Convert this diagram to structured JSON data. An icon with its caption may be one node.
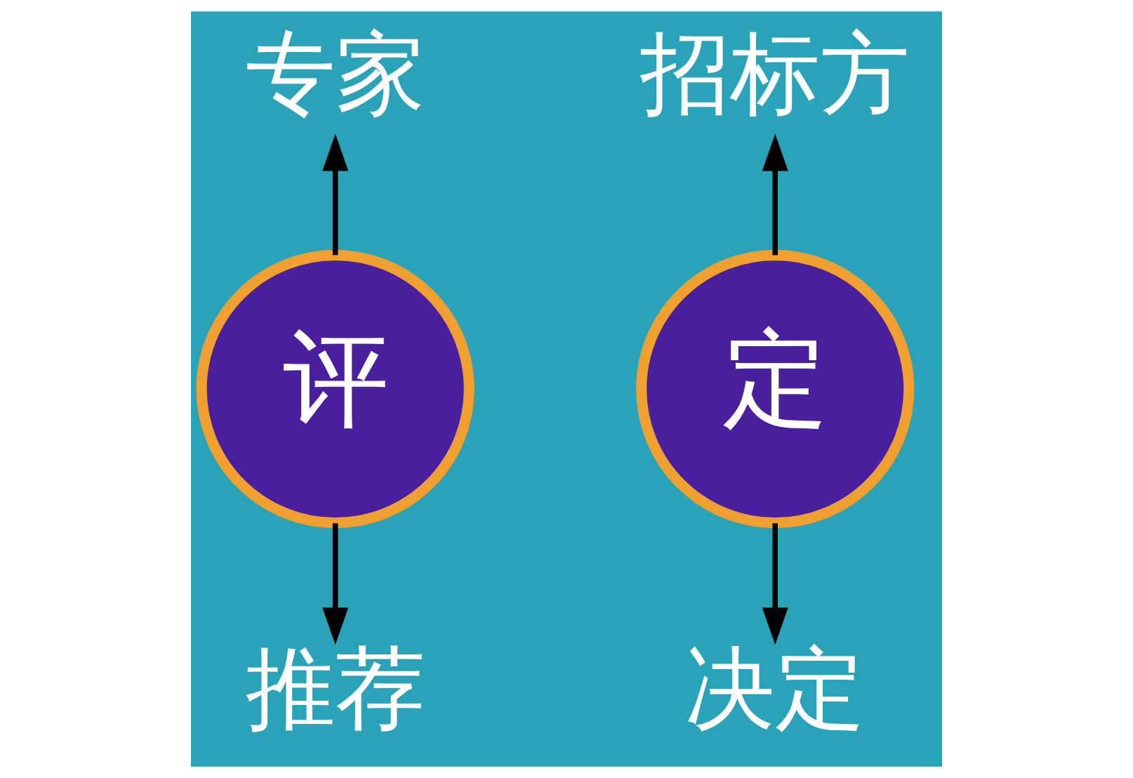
{
  "diagram": {
    "nodes": [
      {
        "text": [
          "专家"
        ]
      },
      {
        "text": [
          "招标方"
        ]
      },
      {
        "text": [
          "评"
        ]
      },
      {
        "text": [
          "定"
        ]
      },
      {
        "text": [
          "推荐"
        ]
      },
      {
        "text": [
          "决定"
        ]
      }
    ],
    "edges": [
      {
        "from": 2,
        "to": 0,
        "arrow": "to"
      },
      {
        "from": 3,
        "to": 1,
        "arrow": "to"
      },
      {
        "from": 2,
        "to": 4,
        "arrow": "to"
      },
      {
        "from": 3,
        "to": 5,
        "arrow": "to"
      }
    ]
  }
}
